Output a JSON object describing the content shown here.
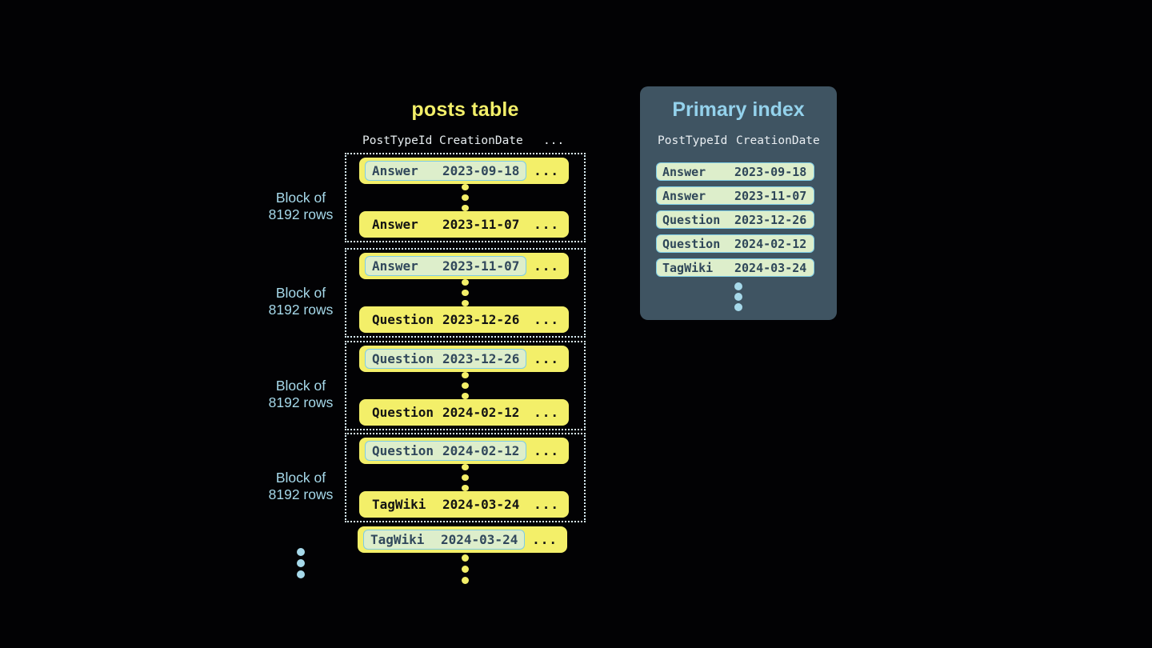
{
  "posts_table": {
    "title": "posts table",
    "columns": {
      "col1": "PostTypeId",
      "col2": "CreationDate",
      "col3": "..."
    },
    "ellipsis": "...",
    "blocks": [
      {
        "label_line1": "Block of",
        "label_line2": "8192 rows",
        "first_row": {
          "type": "Answer",
          "date": "2023-09-18"
        },
        "last_row": {
          "type": "Answer",
          "date": "2023-11-07"
        }
      },
      {
        "label_line1": "Block of",
        "label_line2": "8192 rows",
        "first_row": {
          "type": "Answer",
          "date": "2023-11-07"
        },
        "last_row": {
          "type": "Question",
          "date": "2023-12-26"
        }
      },
      {
        "label_line1": "Block of",
        "label_line2": "8192 rows",
        "first_row": {
          "type": "Question",
          "date": "2023-12-26"
        },
        "last_row": {
          "type": "Question",
          "date": "2024-02-12"
        }
      },
      {
        "label_line1": "Block of",
        "label_line2": "8192 rows",
        "first_row": {
          "type": "Question",
          "date": "2024-02-12"
        },
        "last_row": {
          "type": "TagWiki",
          "date": "2024-03-24"
        }
      }
    ],
    "overflow_row": {
      "type": "TagWiki",
      "date": "2024-03-24"
    }
  },
  "primary_index": {
    "title": "Primary index",
    "columns": {
      "col1": "PostTypeId",
      "col2": "CreationDate"
    },
    "rows": [
      {
        "type": "Answer",
        "date": "2023-09-18"
      },
      {
        "type": "Answer",
        "date": "2023-11-07"
      },
      {
        "type": "Question",
        "date": "2023-12-26"
      },
      {
        "type": "Question",
        "date": "2024-02-12"
      },
      {
        "type": "TagWiki",
        "date": "2024-03-24"
      }
    ]
  },
  "colors": {
    "background": "#020204",
    "row_yellow": "#f3ef69",
    "highlight_mint": "#ddeecb",
    "highlight_border_blue": "#7ecce5",
    "accent_light_blue": "#a6d9ea",
    "panel_slate": "#3f5462",
    "index_title_blue": "#94d2ec"
  }
}
